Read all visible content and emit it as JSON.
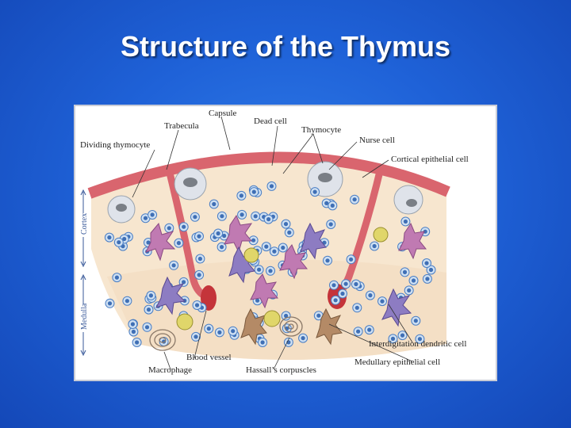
{
  "slide": {
    "title": "Structure of the Thymus"
  },
  "figure": {
    "labels": {
      "capsule": "Capsule",
      "trabecula": "Trabecula",
      "dead_cell": "Dead cell",
      "thymocyte": "Thymocyte",
      "dividing_thymocyte": "Dividing thymocyte",
      "nurse_cell": "Nurse cell",
      "cortical_epithelial_cell": "Cortical epithelial cell",
      "interdigitating_dendritic_cell": "Interdigitation dendritic cell",
      "medullary_epithelial_cell": "Medullary epithelial cell",
      "blood_vessel": "Blood vessel",
      "macrophage": "Macrophage",
      "hassalls_corpuscles": "Hassall’s corpuscles",
      "cortex": "Cortex",
      "medulla": "Medulla"
    }
  },
  "colors": {
    "background": "#1f62d8",
    "capsule": "#d9656e",
    "tissue": "#f7e6cf",
    "thymocyte": "#5a8ed0",
    "epithelial": "#b56aa8",
    "dendritic": "#7b6ab5",
    "macrophage": "#d9cf55",
    "hassall": "#a08a7a"
  }
}
